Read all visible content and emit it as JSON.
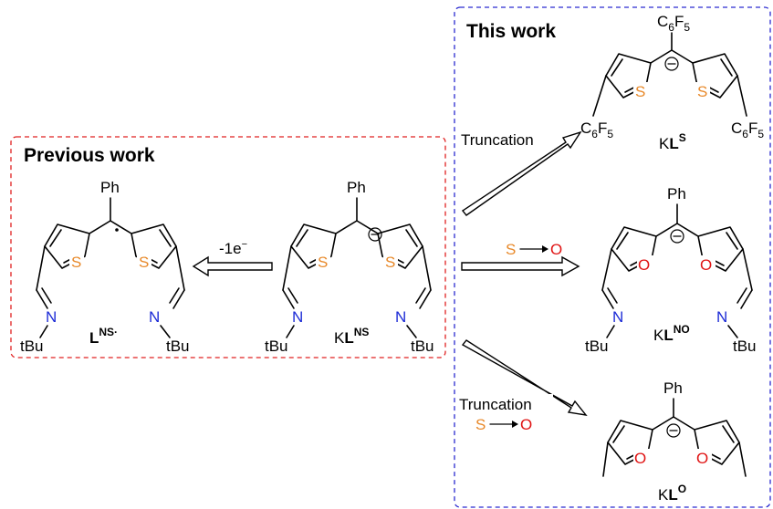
{
  "colors": {
    "previous_frame": "#e02020",
    "this_work_frame": "#2a2ad0",
    "sulfur": "#e8892a",
    "oxygen": "#e01414",
    "nitrogen": "#1c2bd6"
  },
  "panels": {
    "previous_title": "Previous work",
    "this_work_title": "This work"
  },
  "atoms": {
    "S": "S",
    "O": "O",
    "N": "N",
    "Ph": "Ph",
    "tBu": "tBu",
    "C": "C",
    "F": "F",
    "sub6": "6",
    "sub5": "5",
    "carbanion": "−",
    "radical_dot": "·"
  },
  "arrows": {
    "oxidation_label": "-1e",
    "oxidation_sup": "−",
    "truncation_label": "Truncation",
    "s_to_o_from": "S",
    "s_to_o_to": "O"
  },
  "compounds": {
    "lns_radical": {
      "base": "L",
      "sup": "NS·"
    },
    "klns": {
      "prefix": "K",
      "base": "L",
      "sup": "NS"
    },
    "kls": {
      "prefix": "K",
      "base": "L",
      "sup": "S"
    },
    "klno": {
      "prefix": "K",
      "base": "L",
      "sup": "NO"
    },
    "klo": {
      "prefix": "K",
      "base": "L",
      "sup": "O"
    }
  }
}
